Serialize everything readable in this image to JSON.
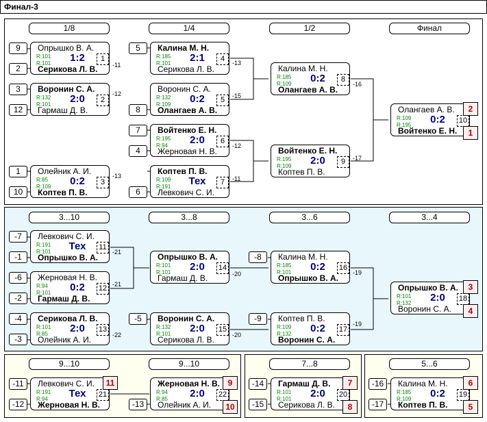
{
  "window_title": "Финал-3",
  "rounds_top": [
    "1/8",
    "1/4",
    "1/2",
    "Финал"
  ],
  "rounds_mid": [
    "3...10",
    "3...8",
    "3...6",
    "3...4"
  ],
  "rounds_bot": [
    "9...10",
    "9...10",
    "7...8",
    "5...6"
  ],
  "m1": {
    "seed1": "9",
    "seed2": "2",
    "p1": "Опрышко В. А.",
    "p2": "Серикова Л. В.",
    "r1": "R:101",
    "r2": "R:101",
    "score": "1:2",
    "num": "1",
    "link": "-11"
  },
  "m2": {
    "seed1": "3",
    "seed2": "12",
    "p1": "Воронин С. А.",
    "p2": "Гармаш Д. В.",
    "r1": "R:132",
    "r2": "R:101",
    "score": "2:0",
    "num": "2",
    "link": "-12"
  },
  "m3": {
    "seed1": "1",
    "seed2": "10",
    "p1": "Олейник А. И.",
    "p2": "Коптев П. В.",
    "r1": "R:85",
    "r2": "R:109",
    "score": "0:2",
    "num": "3",
    "link": "-13"
  },
  "m4": {
    "seed1": "5",
    "p1": "Калина М. Н.",
    "p2": "Серикова Л. В.",
    "r1": "R:185",
    "r2": "R:101",
    "score": "2:1",
    "num": "4",
    "link": "-13"
  },
  "m5": {
    "seed2": "8",
    "p1": "Воронин С. А.",
    "p2": "Олангаев А. В.",
    "r1": "R:132",
    "r2": "R:109",
    "score": "0:2",
    "num": "5",
    "link": "-15"
  },
  "m6": {
    "seed1": "7",
    "seed2": "4",
    "p1": "Войтенко Е. Н.",
    "p2": "Жерновая Н. В.",
    "r1": "R:195",
    "r2": "R:94",
    "score": "2:0",
    "num": "6",
    "link": "-12"
  },
  "m7": {
    "seed2": "6",
    "p1": "Коптев П. В.",
    "p2": "Левкович С. И.",
    "r1": "R:109",
    "r2": "R:191",
    "score": "Тех",
    "num": "7",
    "link": "-11"
  },
  "m8": {
    "p1": "Калина М. Н.",
    "p2": "Олангаев А. В.",
    "r1": "R:185",
    "r2": "R:109",
    "score": "0:2",
    "num": "8",
    "link": "-16"
  },
  "m9": {
    "p1": "Войтенко Е. Н.",
    "p2": "Коптев П. В.",
    "r1": "R:195",
    "r2": "R:109",
    "score": "2:0",
    "num": "9",
    "link": "-17"
  },
  "m10": {
    "p1": "Олангаев А. В.",
    "p2": "Войтенко Е. Н.",
    "r1": "R:109",
    "r2": "R:195",
    "score": "0:2",
    "num": "10",
    "place1": "2",
    "place2": "1"
  },
  "m11": {
    "seed1": "-7",
    "seed2": "-1",
    "p1": "Левкович С. И.",
    "p2": "Опрышко В. А.",
    "r1": "R:191",
    "r2": "R:101",
    "score": "Тех",
    "num": "11",
    "link": "-21"
  },
  "m12": {
    "seed1": "-6",
    "seed2": "-2",
    "p1": "Жерновая Н. В.",
    "p2": "Гармаш Д. В.",
    "r1": "R:94",
    "r2": "R:101",
    "score": "0:2",
    "num": "12",
    "link": "-21"
  },
  "m13": {
    "seed1": "-4",
    "seed2": "-3",
    "p1": "Серикова Л. В.",
    "p2": "Олейник А. И.",
    "r1": "R:101",
    "r2": "R:85",
    "score": "2:0",
    "num": "13",
    "link": "-22"
  },
  "m14": {
    "p1": "Опрышко В. А.",
    "p2": "Гармаш Д. В.",
    "r1": "R:101",
    "r2": "R:101",
    "score": "2:0",
    "num": "14",
    "link": "-20"
  },
  "m15": {
    "seed1": "-5",
    "p1": "Воронин С. А.",
    "p2": "Серикова Л. В.",
    "r1": "R:132",
    "r2": "R:101",
    "score": "2:0",
    "num": "15",
    "link": "-20"
  },
  "m16": {
    "seed1": "-8",
    "p1": "Калина М. Н.",
    "p2": "Опрышко В. А.",
    "r1": "R:185",
    "r2": "R:101",
    "score": "0:2",
    "num": "16",
    "link": "-19"
  },
  "m17": {
    "seed1": "-9",
    "p1": "Коптев П. В.",
    "p2": "Воронин С. А.",
    "r1": "R:109",
    "r2": "R:132",
    "score": "0:2",
    "num": "17",
    "link": "-19"
  },
  "m18": {
    "p1": "Опрышко В. А.",
    "p2": "Воронин С. А.",
    "r1": "R:101",
    "r2": "R:132",
    "score": "2:0",
    "num": "18",
    "place1": "3",
    "place2": "4"
  },
  "m21": {
    "seed1": "-11",
    "seed2": "-12",
    "p1": "Левкович С. И.",
    "p2": "Жерновая Н. В.",
    "r1": "R:191",
    "r2": "R:94",
    "score": "Тех",
    "num": "21",
    "place1": "11"
  },
  "m22": {
    "seed2": "-13",
    "p1": "Жерновая Н. В.",
    "p2": "Олейник А. И.",
    "r1": "R:94",
    "r2": "R:85",
    "score": "2:0",
    "num": "22",
    "place1": "9",
    "place2": "10"
  },
  "m20": {
    "seed1": "-14",
    "seed2": "-15",
    "p1": "Гармаш Д. В.",
    "p2": "Серикова Л. В.",
    "r1": "R:101",
    "r2": "R:101",
    "score": "2:0",
    "num": "20",
    "place1": "7",
    "place2": "8"
  },
  "m19": {
    "seed1": "-16",
    "seed2": "-17",
    "p1": "Калина М. Н.",
    "p2": "Коптев П. В.",
    "r1": "R:185",
    "r2": "R:109",
    "score": "0:2",
    "num": "19",
    "place1": "6",
    "place2": "5"
  }
}
